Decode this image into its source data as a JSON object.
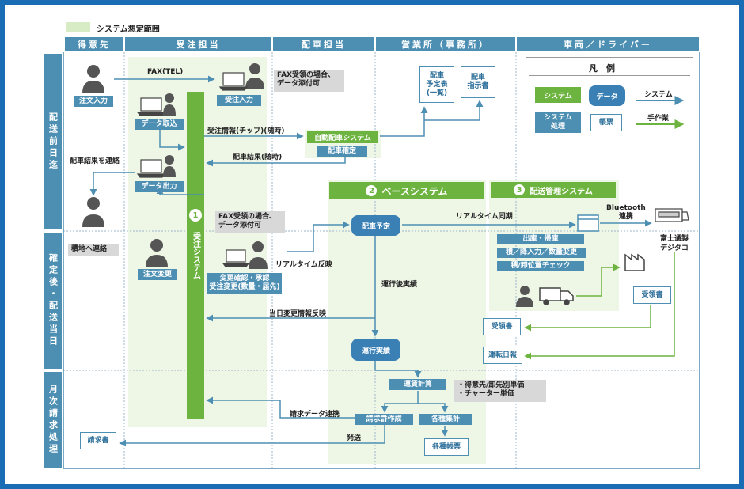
{
  "scope_legend": "システム想定範囲",
  "lanes": [
    "得意先",
    "受注担当",
    "配車担当",
    "営業所（事務所）",
    "車両／ドライバー"
  ],
  "rows": [
    "配送前日迄",
    "確定後・配送当日",
    "月次請求処理"
  ],
  "legend": {
    "title": "凡　例",
    "system": "システム",
    "data": "データ",
    "system_process": "システム\n処理",
    "ledger": "帳票",
    "arrow_system": "システム",
    "arrow_manual": "手作業"
  },
  "customer": {
    "order_input": "注文入力",
    "result_contact": "配車結果を連絡",
    "loading_contact": "積地へ連絡",
    "order_change": "注文変更",
    "invoice": "請求書"
  },
  "order_staff": {
    "fax_tel": "FAX(TEL)",
    "fax_note": "FAX受領の場合、\nデータ添付可",
    "order_input": "受注入力",
    "data_import": "データ取込",
    "data_output": "データ出力",
    "fax_note2": "FAX受領の場合、\nデータ添付可",
    "change_confirm": "変更確認・承認\n受注変更(数量・届先)",
    "system_num": "1",
    "system_name": "受注システム"
  },
  "flows": {
    "order_info": "受注情報(チップ)(随時)",
    "dispatch_result": "配車結果(随時)",
    "realtime_reflect": "リアルタイム反映",
    "realtime_sync": "リアルタイム同期",
    "bluetooth": "Bluetooth\n連携",
    "sameday_change": "当日変更情報反映",
    "after_run": "運行後実績",
    "billing_data": "請求データ連携",
    "send": "発送"
  },
  "dispatch": {
    "auto": "自動配車システム",
    "confirm": "配車確定"
  },
  "office": {
    "schedule_list": "配車\n予定表\n(一覧)",
    "instruction": "配車\n指示書"
  },
  "base_system": {
    "num": "2",
    "title": "ベースシステム",
    "plan": "配車予定",
    "actual": "運行実績",
    "fare_calc": "運賃計算",
    "fare_note": "・得意先/卸先別単価\n・チャーター単価",
    "invoice_make": "請求書作成",
    "aggregate": "各種集計",
    "ledgers": "各種帳票"
  },
  "delivery_system": {
    "num": "3",
    "title": "配送管理システム",
    "items": [
      "出庫・帰庫",
      "積／降入力／数量変更",
      "積/卸位置チェック"
    ],
    "digitaco": "富士通製\nデジタコ",
    "receipt_driver": "受領書",
    "receipt": "受領書",
    "driving_report": "運転日報"
  },
  "colors": {
    "frame": "#1a6db5",
    "header": "#4d8fb3",
    "system_green": "#6db33f",
    "scope": "#eef6e6",
    "data_blue": "#3a80b5"
  }
}
